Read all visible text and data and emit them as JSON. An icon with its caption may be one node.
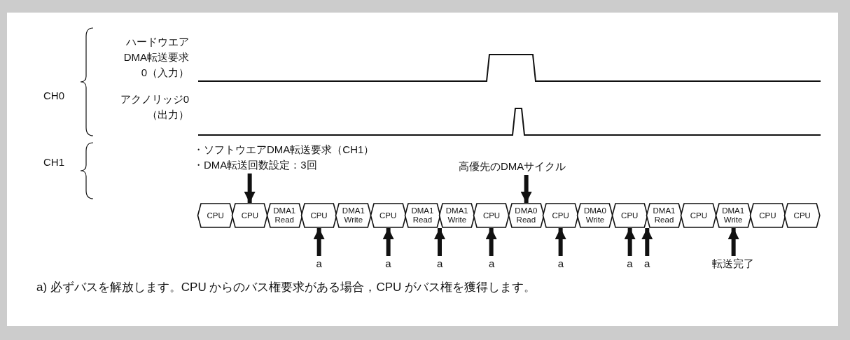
{
  "diagram": {
    "nodes": [
      {
        "text": [
          "・ソフトウエアDMA転送要求（CH1）",
          "・DMA転送回数設定：3回"
        ]
      },
      {
        "text": [
          "高優先のDMAサイクル"
        ]
      },
      {
        "text": [
          "CPU"
        ]
      },
      {
        "text": [
          "CPU"
        ]
      },
      {
        "text": [
          "DMA1 Read"
        ]
      },
      {
        "text": [
          "CPU"
        ]
      },
      {
        "text": [
          "DMA1 Write"
        ]
      },
      {
        "text": [
          "CPU"
        ]
      },
      {
        "text": [
          "DMA1 Read"
        ]
      },
      {
        "text": [
          "DMA1 Write"
        ]
      },
      {
        "text": [
          "CPU"
        ]
      },
      {
        "text": [
          "DMA0 Read"
        ]
      },
      {
        "text": [
          "CPU"
        ]
      },
      {
        "text": [
          "DMA0 Write"
        ]
      },
      {
        "text": [
          "CPU"
        ]
      },
      {
        "text": [
          "DMA1 Read"
        ]
      },
      {
        "text": [
          "CPU"
        ]
      },
      {
        "text": [
          "DMA1 Write"
        ]
      },
      {
        "text": [
          "CPU"
        ]
      },
      {
        "text": [
          "CPU"
        ]
      },
      {
        "text": [
          "a"
        ]
      },
      {
        "text": [
          "a"
        ]
      },
      {
        "text": [
          "a"
        ]
      },
      {
        "text": [
          "a"
        ]
      },
      {
        "text": [
          "a"
        ]
      },
      {
        "text": [
          "a"
        ]
      },
      {
        "text": [
          "a"
        ]
      },
      {
        "text": [
          "転送完了"
        ]
      }
    ],
    "edges": [
      {
        "from": 0,
        "to": 3,
        "arrow": "to"
      },
      {
        "from": 1,
        "to": 11,
        "arrow": "to"
      },
      {
        "from": 20,
        "to": 5,
        "arrow": "to"
      },
      {
        "from": 21,
        "to": 7,
        "arrow": "to"
      },
      {
        "from": 22,
        "to": 9,
        "arrow": "to"
      },
      {
        "from": 23,
        "to": 10,
        "arrow": "to"
      },
      {
        "from": 24,
        "to": 12,
        "arrow": "to"
      },
      {
        "from": 25,
        "to": 14,
        "arrow": "to"
      },
      {
        "from": 26,
        "to": 14,
        "arrow": "to"
      },
      {
        "from": 27,
        "to": 17,
        "arrow": "to"
      }
    ],
    "labels": [
      "ハードウエアDMA転送要求0（入力）",
      "CH0",
      "アクノリッジ0（出力）",
      "CH1",
      "a) 必ずバスを解放します。CPU からのバス権要求がある場合，CPU がバス権を獲得します。"
    ]
  }
}
